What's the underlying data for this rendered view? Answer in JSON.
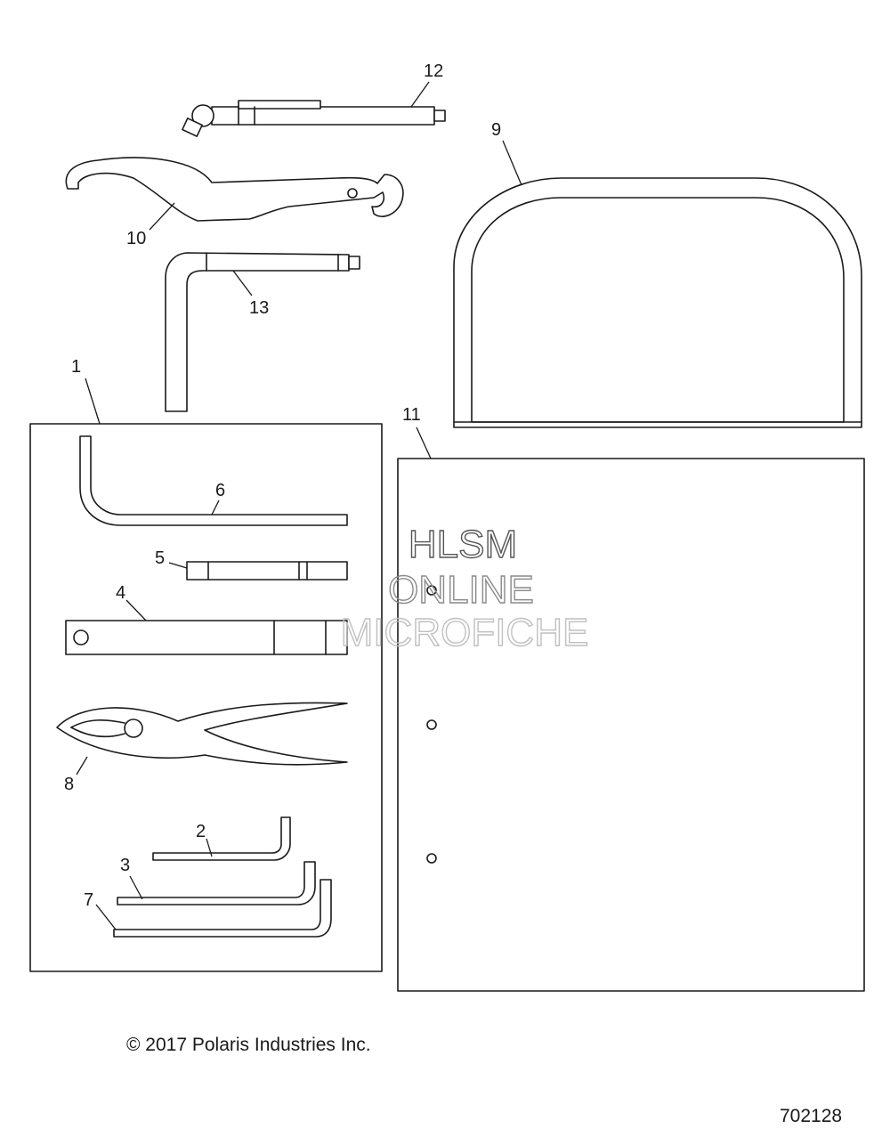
{
  "callouts": {
    "c1": "1",
    "c2": "2",
    "c3": "3",
    "c4": "4",
    "c5": "5",
    "c6": "6",
    "c7": "7",
    "c8": "8",
    "c9": "9",
    "c10": "10",
    "c11": "11",
    "c12": "12",
    "c13": "13"
  },
  "watermark": {
    "line1": "HLSM",
    "line2": "ONLINE",
    "line3": "MICROFICHE"
  },
  "footer": {
    "copyright": "© 2017 Polaris Industries Inc.",
    "diagram_number": "702128"
  }
}
